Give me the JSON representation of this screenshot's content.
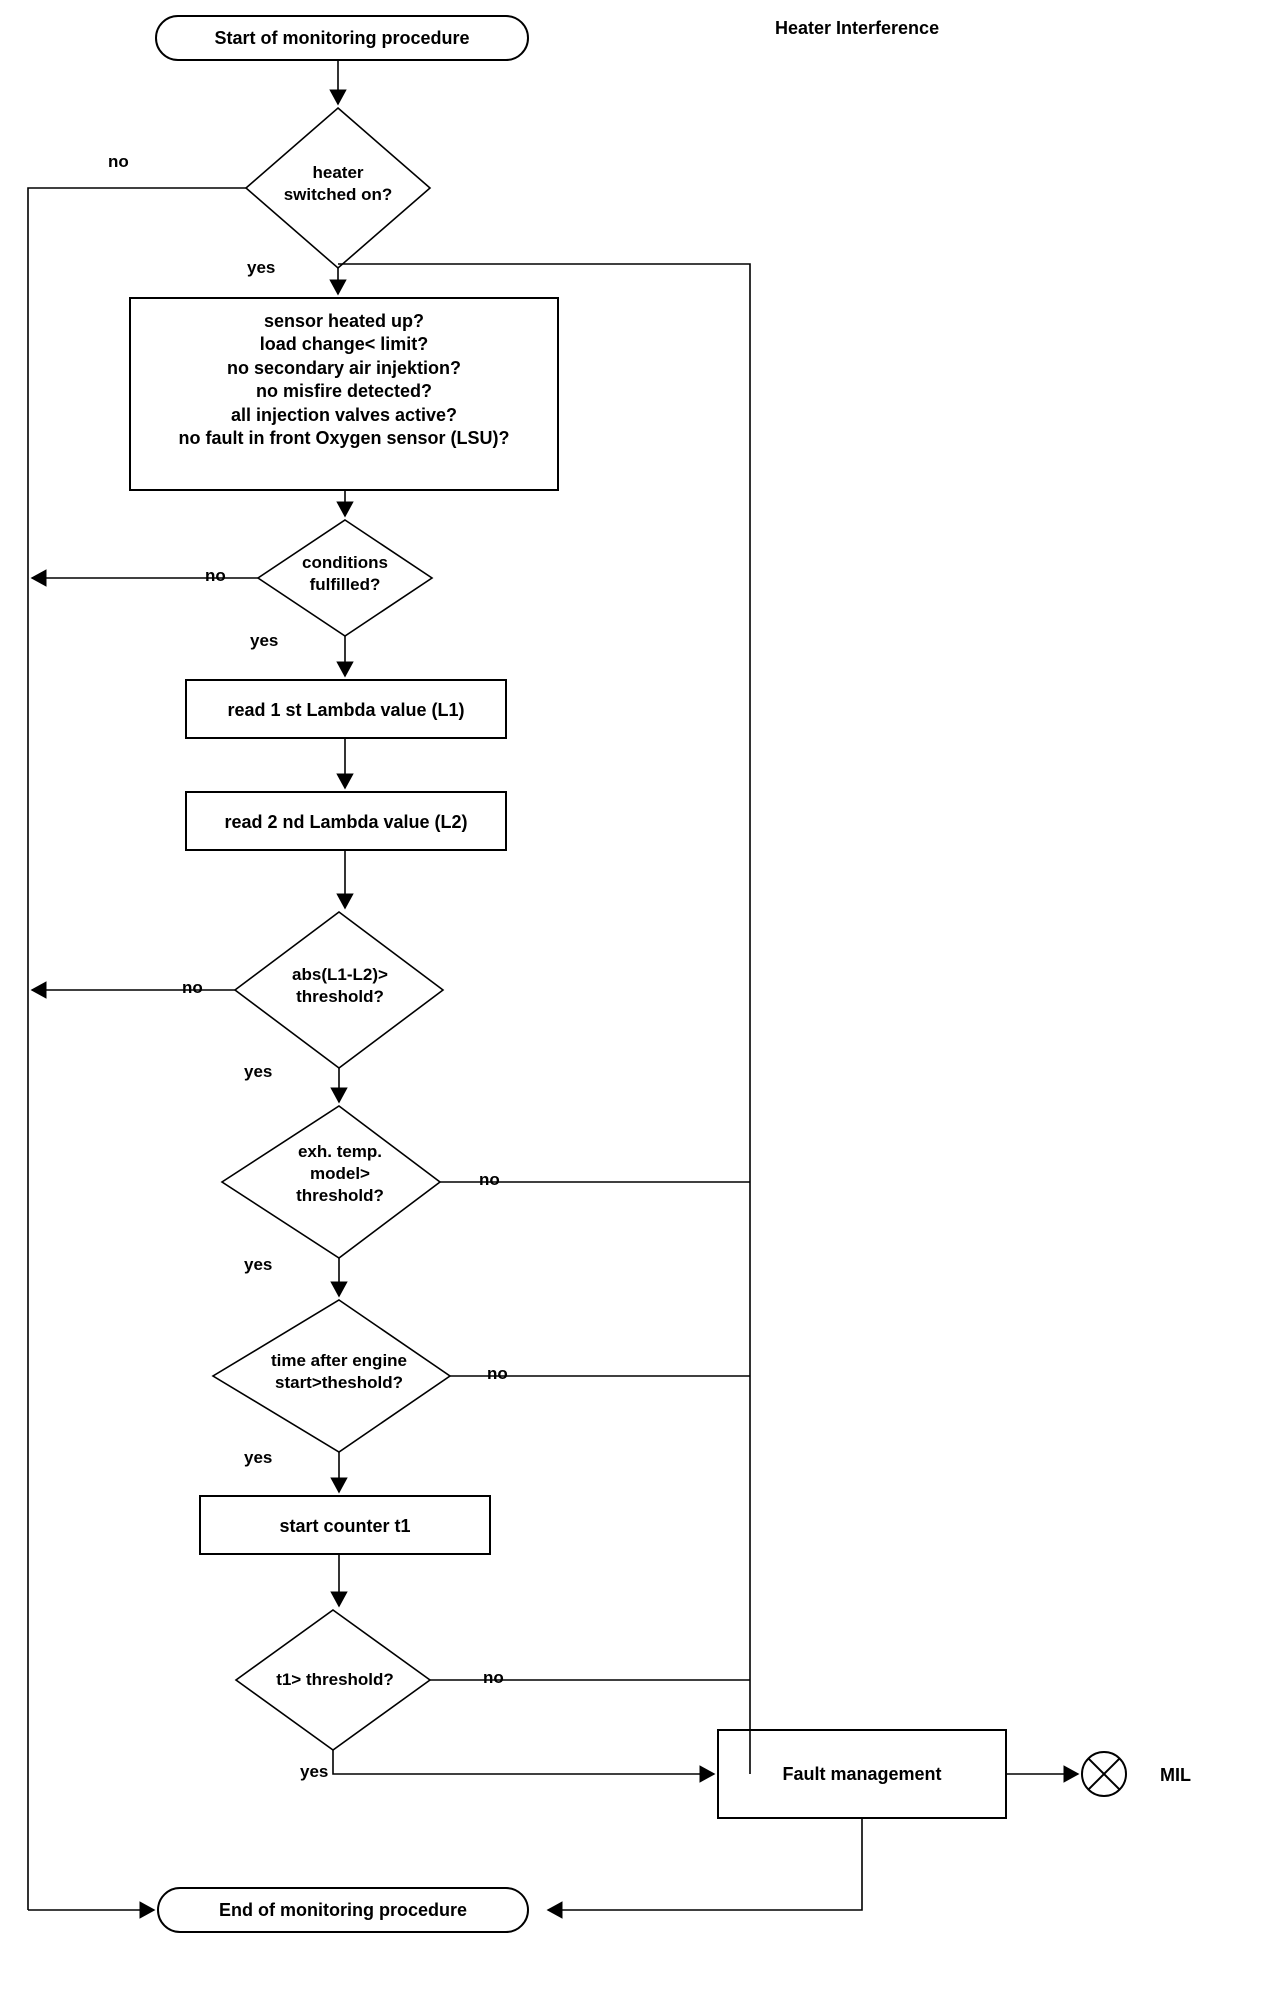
{
  "diagram": {
    "title": "Heater Interference",
    "type": "flowchart",
    "background_color": "#ffffff",
    "line_color": "#000000",
    "text_color": "#000000"
  },
  "nodes": {
    "start": {
      "label": "Start of monitoring procedure",
      "shape": "rounded-terminator"
    },
    "heater_switched_on": {
      "label": "heater\nswitched on?",
      "shape": "diamond"
    },
    "conditions_box": {
      "label": "sensor heated up?\nload change< limit?\nno secondary air injektion?\nno misfire detected?\nall injection valves active?\nno fault in front Oxygen sensor (LSU)?",
      "lines": [
        "sensor heated up?",
        "load change< limit?",
        "no secondary air injektion?",
        "no misfire detected?",
        "all injection valves active?",
        "no fault in front Oxygen sensor (LSU)?"
      ],
      "shape": "rectangle"
    },
    "conditions_fulfilled": {
      "label": "conditions\nfulfilled?",
      "shape": "diamond"
    },
    "read_l1": {
      "label": "read 1 st Lambda value (L1)",
      "shape": "rectangle"
    },
    "read_l2": {
      "label": "read 2 nd Lambda value (L2)",
      "shape": "rectangle"
    },
    "abs_threshold": {
      "label": "abs(L1-L2)>\nthreshold?",
      "shape": "diamond"
    },
    "exh_temp": {
      "label": "exh. temp.\nmodel>\nthreshold?",
      "shape": "diamond"
    },
    "time_after_start": {
      "label": "time after engine\nstart>theshold?",
      "shape": "diamond"
    },
    "start_counter": {
      "label": "start counter t1",
      "shape": "rectangle"
    },
    "t1_threshold": {
      "label": "t1> threshold?",
      "shape": "diamond"
    },
    "fault_management": {
      "label": "Fault management",
      "shape": "rectangle"
    },
    "mil": {
      "label": "MIL",
      "shape": "circle-cross"
    },
    "end": {
      "label": "End of monitoring procedure",
      "shape": "rounded-terminator"
    }
  },
  "edge_labels": {
    "heater_no": "no",
    "heater_yes": "yes",
    "conditions_no": "no",
    "conditions_yes": "yes",
    "abs_no": "no",
    "abs_yes": "yes",
    "exh_no": "no",
    "exh_yes": "yes",
    "time_no": "no",
    "time_yes": "yes",
    "t1_no": "no",
    "t1_yes": "yes"
  }
}
